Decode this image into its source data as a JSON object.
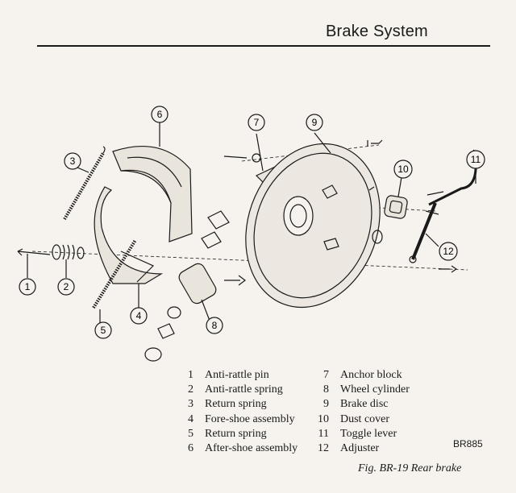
{
  "header": {
    "title": "Brake System"
  },
  "diagram": {
    "callouts": [
      "1",
      "2",
      "3",
      "4",
      "5",
      "6",
      "7",
      "8",
      "9",
      "10",
      "11",
      "12"
    ]
  },
  "legend": {
    "left": [
      {
        "num": "1",
        "label": "Anti-rattle pin"
      },
      {
        "num": "2",
        "label": "Anti-rattle spring"
      },
      {
        "num": "3",
        "label": "Return spring"
      },
      {
        "num": "4",
        "label": "Fore-shoe assembly"
      },
      {
        "num": "5",
        "label": "Return spring"
      },
      {
        "num": "6",
        "label": "After-shoe assembly"
      }
    ],
    "right": [
      {
        "num": "7",
        "label": "Anchor block"
      },
      {
        "num": "8",
        "label": "Wheel cylinder"
      },
      {
        "num": "9",
        "label": "Brake disc"
      },
      {
        "num": "10",
        "label": "Dust cover"
      },
      {
        "num": "11",
        "label": "Toggle lever"
      },
      {
        "num": "12",
        "label": "Adjuster"
      }
    ]
  },
  "code": "BR885",
  "caption": "Fig. BR-19  Rear brake"
}
